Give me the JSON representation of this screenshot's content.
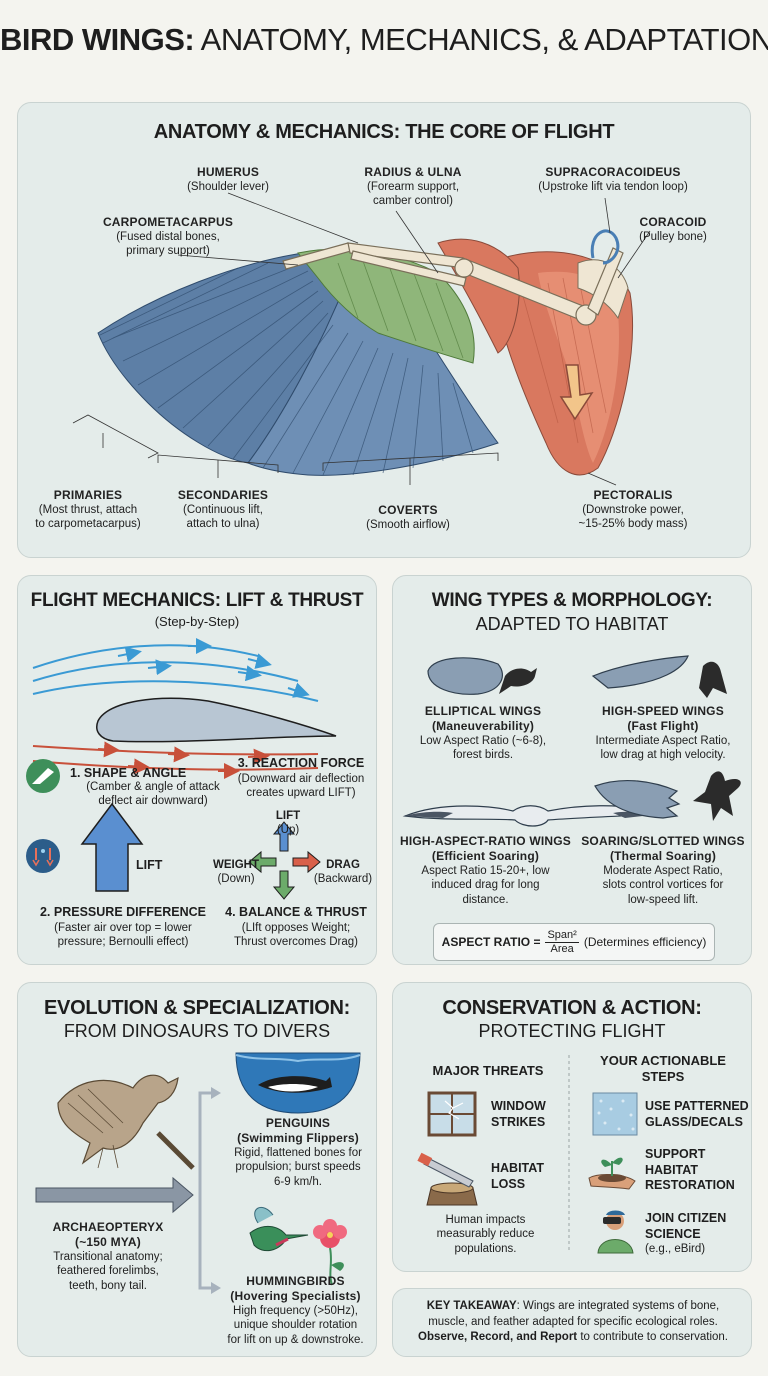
{
  "title": {
    "bold": "BIRD WINGS:",
    "rest": " ANATOMY, MECHANICS, & ADAPTATION"
  },
  "anatomy": {
    "title": "ANATOMY & MECHANICS: THE CORE OF FLIGHT",
    "labels": {
      "humerus": {
        "name": "HUMERUS",
        "desc": "(Shoulder lever)"
      },
      "radius": {
        "name": "RADIUS & ULNA",
        "desc1": "(Forearm support,",
        "desc2": "camber control)"
      },
      "supracoracoideus": {
        "name": "SUPRACORACOIDEUS",
        "desc": "(Upstroke lift via tendon loop)"
      },
      "coracoid": {
        "name": "CORACOID",
        "desc": "(Pulley bone)"
      },
      "carpometacarpus": {
        "name": "CARPOMETACARPUS",
        "desc1": "(Fused distal bones,",
        "desc2": "primary support)"
      },
      "primaries": {
        "name": "PRIMARIES",
        "desc1": "(Most thrust, attach",
        "desc2": "to carpometacarpus)"
      },
      "secondaries": {
        "name": "SECONDARIES",
        "desc1": "(Continuous lift,",
        "desc2": "attach to ulna)"
      },
      "coverts": {
        "name": "COVERTS",
        "desc": "(Smooth airflow)"
      },
      "pectoralis": {
        "name": "PECTORALIS",
        "desc1": "(Downstroke power,",
        "desc2": "~15-25% body mass)"
      }
    }
  },
  "mechanics": {
    "title": "FLIGHT MECHANICS: LIFT & THRUST",
    "subtitle": "(Step-by-Step)",
    "step1": {
      "name": "1. SHAPE & ANGLE",
      "desc1": "(Camber & angle of attack",
      "desc2": "deflect air downward)"
    },
    "step2": {
      "name": "2. PRESSURE DIFFERENCE",
      "desc1": "(Faster air over top = lower",
      "desc2": "pressure; Bernoulli effect)"
    },
    "step3": {
      "name": "3. REACTION FORCE",
      "desc1": "(Downward air deflection",
      "desc2": "creates upward LIFT)"
    },
    "step4": {
      "name": "4. BALANCE & THRUST",
      "desc1": "(LIft opposes Weight;",
      "desc2": "Thrust overcomes Drag)"
    },
    "lift_arrow": "LIFT",
    "forces": {
      "lift": "LIFT",
      "lift_sub": "(Up)",
      "weight": "WEIGHT",
      "weight_sub": "(Down)",
      "drag": "DRAG",
      "drag_sub": "(Backward)"
    }
  },
  "wing_types": {
    "title": "WING TYPES & MORPHOLOGY:",
    "subtitle": "ADAPTED TO HABITAT",
    "elliptical": {
      "name": "ELLIPTICAL WINGS",
      "sub": "(Maneuverability)",
      "desc1": "Low Aspect Ratio (~6-8),",
      "desc2": "forest birds."
    },
    "highspeed": {
      "name": "HIGH-SPEED WINGS",
      "sub": "(Fast Flight)",
      "desc1": "Intermediate Aspect Ratio,",
      "desc2": "low drag at high velocity."
    },
    "highaspect": {
      "name": "HIGH-ASPECT-RATIO WINGS",
      "sub": "(Efficient Soaring)",
      "desc1": "Aspect Ratio 15-20+, low",
      "desc2": "induced drag for long",
      "desc3": "distance."
    },
    "soaring": {
      "name": "SOARING/SLOTTED WINGS",
      "sub": "(Thermal Soaring)",
      "desc1": "Moderate Aspect Ratio,",
      "desc2": "slots control vortices for",
      "desc3": "low-speed lift."
    },
    "formula": {
      "label": "ASPECT RATIO =",
      "num": "Span²",
      "den": "Area",
      "note": "(Determines efficiency)"
    }
  },
  "evolution": {
    "title": "EVOLUTION & SPECIALIZATION:",
    "subtitle": "FROM DINOSAURS TO DIVERS",
    "archaeopteryx": {
      "name": "ARCHAEOPTERYX",
      "sub": "(~150 MYA)",
      "desc1": "Transitional anatomy;",
      "desc2": "feathered forelimbs,",
      "desc3": "teeth, bony tail."
    },
    "penguins": {
      "name": "PENGUINS",
      "sub": "(Swimming Flippers)",
      "desc1": "Rigid, flattened bones for",
      "desc2": "propulsion; burst speeds",
      "desc3": "6-9 km/h."
    },
    "hummingbirds": {
      "name": "HUMMINGBIRDS",
      "sub": "(Hovering Specialists)",
      "desc1": "High frequency (>50Hz),",
      "desc2": "unique shoulder rotation",
      "desc3": "for lift on up & downstroke."
    }
  },
  "conservation": {
    "title": "CONSERVATION & ACTION:",
    "subtitle": "PROTECTING FLIGHT",
    "threats_head": "MAJOR THREATS",
    "steps_head1": "YOUR ACTIONABLE",
    "steps_head2": "STEPS",
    "threat1": {
      "l1": "WINDOW",
      "l2": "STRIKES"
    },
    "threat2": {
      "l1": "HABITAT",
      "l2": "LOSS"
    },
    "impact1": "Human impacts",
    "impact2": "measurably reduce",
    "impact3": "populations.",
    "step1": {
      "l1": "USE PATTERNED",
      "l2": "GLASS/DECALS"
    },
    "step2": {
      "l1": "SUPPORT",
      "l2": "HABITAT",
      "l3": "RESTORATION"
    },
    "step3": {
      "l1": "JOIN CITIZEN",
      "l2": "SCIENCE",
      "l3": "(e.g., eBird)"
    }
  },
  "takeaway": {
    "label": "KEY TAKEAWAY",
    "line1": ": Wings are integrated systems of bone,",
    "line2": "muscle, and feather adapted for specific ecological roles.",
    "bold3": "Observe, Record, and Report",
    "line3": " to contribute to conservation."
  },
  "colors": {
    "primary_feathers": "#5d7fa6",
    "coverts": "#8fb67a",
    "muscle": "#d9785f",
    "bone": "#efe6d3",
    "panel": "#e4ecea"
  }
}
